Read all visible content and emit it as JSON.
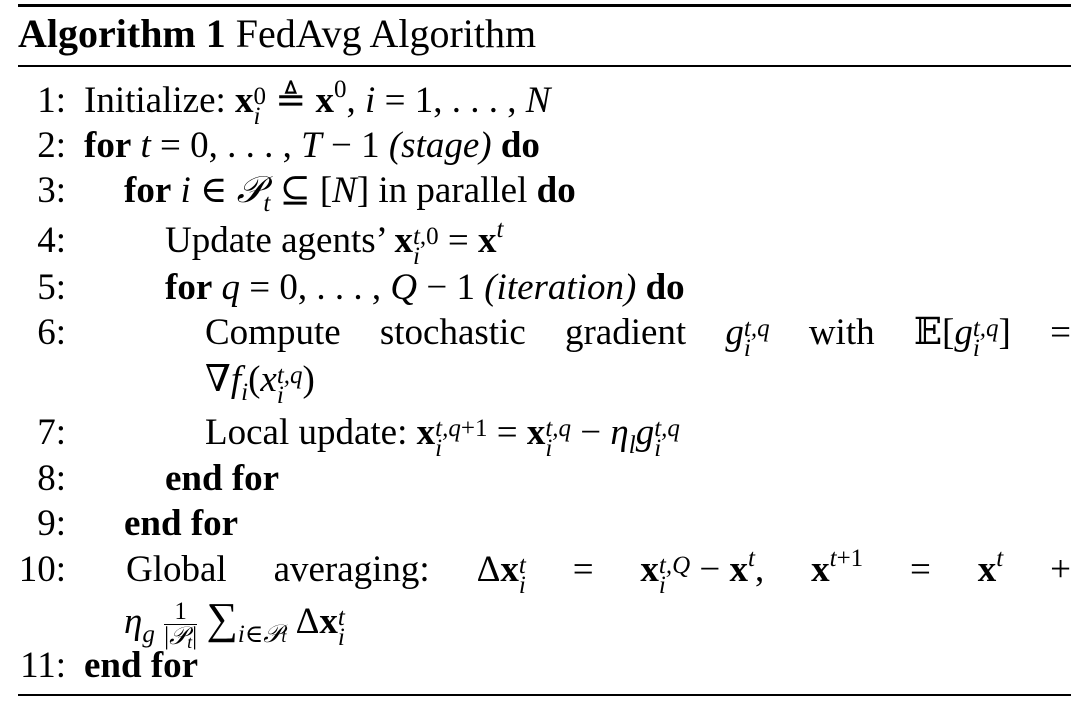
{
  "caption": {
    "label": "Algorithm 1",
    "title": "FedAvg Algorithm"
  },
  "lines": [
    {
      "num": "1:",
      "text": "Initialize:"
    },
    {
      "num": "2:",
      "kw_for": "for",
      "stage": "(stage)",
      "kw_do": "do"
    },
    {
      "num": "3:",
      "kw_for": "for",
      "in_parallel": "in parallel",
      "kw_do": "do"
    },
    {
      "num": "4:",
      "text": "Update agents’"
    },
    {
      "num": "5:",
      "kw_for": "for",
      "iteration": "(iteration)",
      "kw_do": "do"
    },
    {
      "num": "6:",
      "w1": "Compute",
      "w2": "stochastic",
      "w3": "gradient",
      "w4": "with"
    },
    {
      "num": "7:",
      "text": "Local update:"
    },
    {
      "num": "8:",
      "kw": "end for"
    },
    {
      "num": "9:",
      "kw": "end for"
    },
    {
      "num": "10:",
      "w1": "Global",
      "w2": "averaging:"
    },
    {
      "num": "11:",
      "kw": "end for"
    }
  ]
}
